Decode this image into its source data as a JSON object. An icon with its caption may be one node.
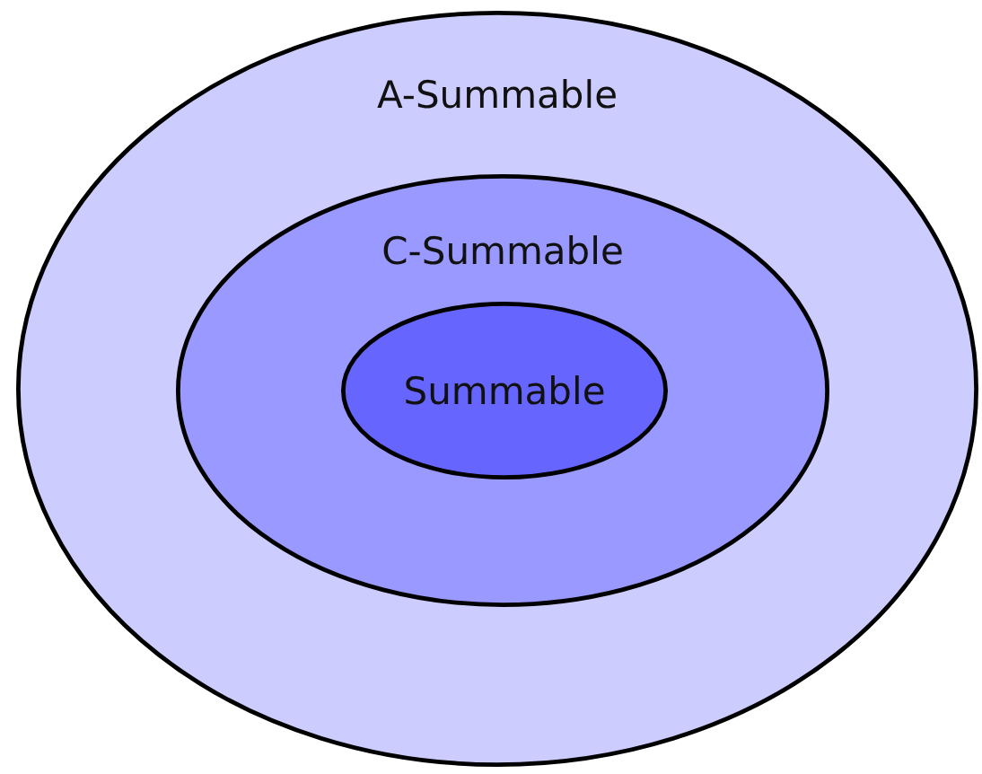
{
  "diagram": {
    "nodes": [
      {
        "text": [
          "A-Summable"
        ]
      },
      {
        "text": [
          "C-Summable"
        ],
        "in": 0
      },
      {
        "text": [
          "Summable"
        ],
        "in": 1
      }
    ]
  }
}
